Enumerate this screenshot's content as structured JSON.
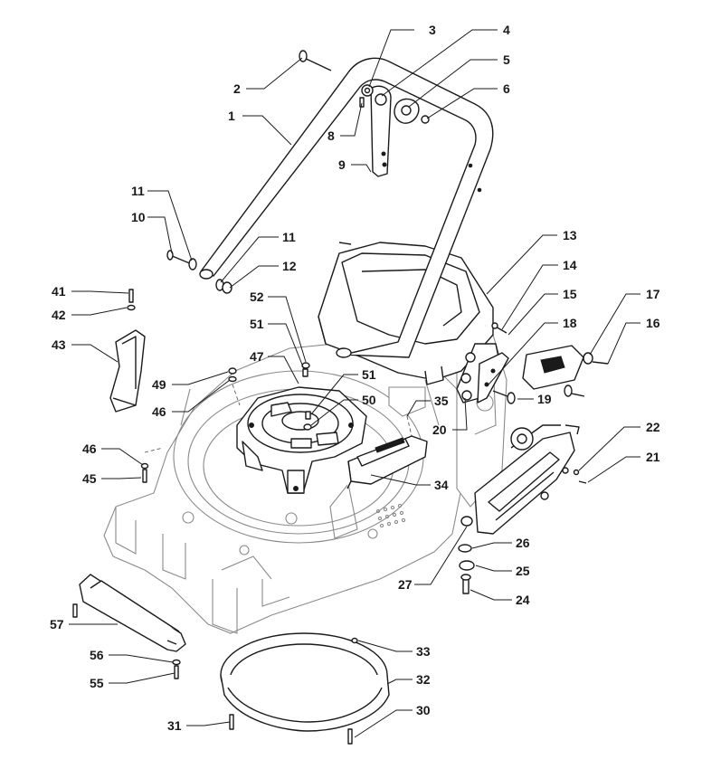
{
  "diagram": {
    "callouts": [
      {
        "id": "c1",
        "label": "1"
      },
      {
        "id": "c2",
        "label": "2"
      },
      {
        "id": "c3",
        "label": "3"
      },
      {
        "id": "c4",
        "label": "4"
      },
      {
        "id": "c5",
        "label": "5"
      },
      {
        "id": "c6",
        "label": "6"
      },
      {
        "id": "c8",
        "label": "8"
      },
      {
        "id": "c9",
        "label": "9"
      },
      {
        "id": "c10",
        "label": "10"
      },
      {
        "id": "c11a",
        "label": "11"
      },
      {
        "id": "c11b",
        "label": "11"
      },
      {
        "id": "c12",
        "label": "12"
      },
      {
        "id": "c13",
        "label": "13"
      },
      {
        "id": "c14",
        "label": "14"
      },
      {
        "id": "c15",
        "label": "15"
      },
      {
        "id": "c16",
        "label": "16"
      },
      {
        "id": "c17",
        "label": "17"
      },
      {
        "id": "c18",
        "label": "18"
      },
      {
        "id": "c19",
        "label": "19"
      },
      {
        "id": "c20",
        "label": "20"
      },
      {
        "id": "c21",
        "label": "21"
      },
      {
        "id": "c22",
        "label": "22"
      },
      {
        "id": "c24",
        "label": "24"
      },
      {
        "id": "c25",
        "label": "25"
      },
      {
        "id": "c26",
        "label": "26"
      },
      {
        "id": "c27",
        "label": "27"
      },
      {
        "id": "c30",
        "label": "30"
      },
      {
        "id": "c31",
        "label": "31"
      },
      {
        "id": "c32",
        "label": "32"
      },
      {
        "id": "c33",
        "label": "33"
      },
      {
        "id": "c34",
        "label": "34"
      },
      {
        "id": "c35",
        "label": "35"
      },
      {
        "id": "c41",
        "label": "41"
      },
      {
        "id": "c42",
        "label": "42"
      },
      {
        "id": "c43",
        "label": "43"
      },
      {
        "id": "c45",
        "label": "45"
      },
      {
        "id": "c46a",
        "label": "46"
      },
      {
        "id": "c46b",
        "label": "46"
      },
      {
        "id": "c47",
        "label": "47"
      },
      {
        "id": "c49",
        "label": "49"
      },
      {
        "id": "c50",
        "label": "50"
      },
      {
        "id": "c51a",
        "label": "51"
      },
      {
        "id": "c51b",
        "label": "51"
      },
      {
        "id": "c52",
        "label": "52"
      },
      {
        "id": "c55",
        "label": "55"
      },
      {
        "id": "c56",
        "label": "56"
      },
      {
        "id": "c57",
        "label": "57"
      }
    ]
  }
}
